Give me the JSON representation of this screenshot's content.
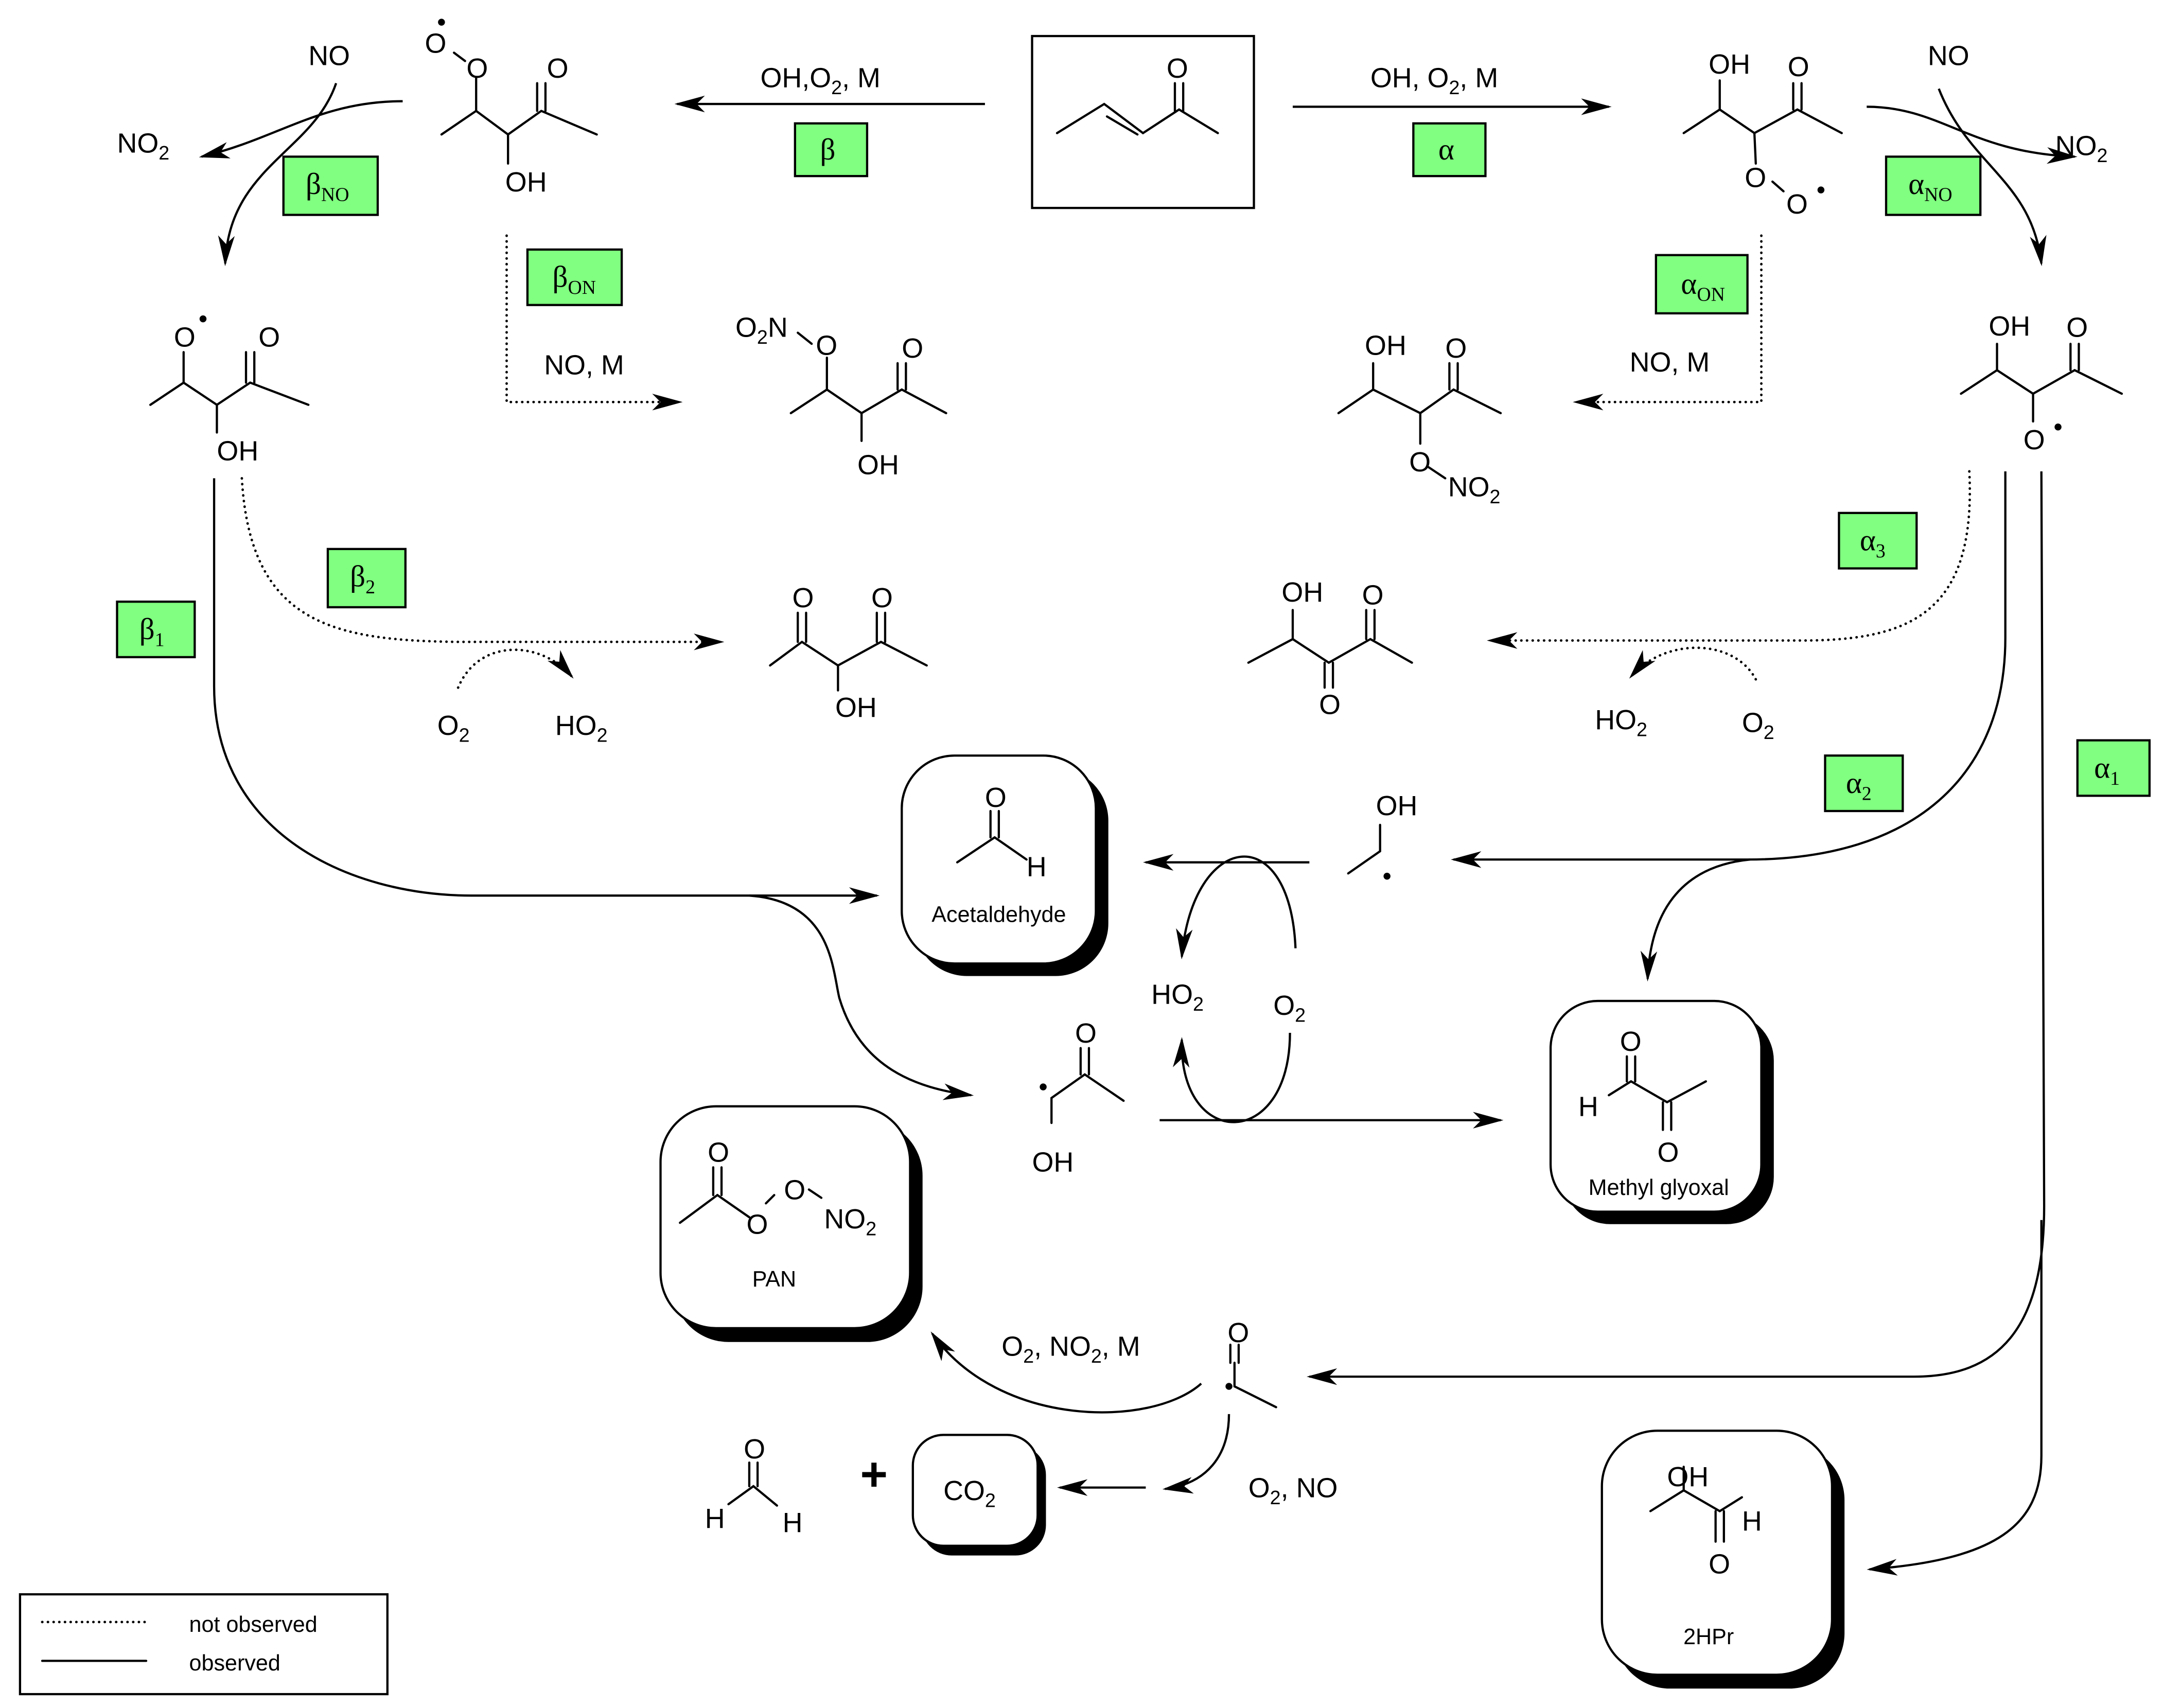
{
  "title": "Reaction mechanism of 3-penten-2-one oxidation by OH",
  "reagents": {
    "oh_o2_m_left": "OH,O",
    "oh_o2_m_right": "OH, O",
    "sub2": "2",
    "m_suffix": ", M",
    "no": "NO",
    "no2_base": "NO",
    "no_m": "NO, M",
    "o2_base": "O",
    "ho2_base": "HO",
    "o2_no2_m_a": "O",
    "o2_no2_m_b": ", NO",
    "o2_no_tail": ", NO",
    "plus": "+"
  },
  "pathway_labels": {
    "alpha": {
      "greek": "α",
      "sub": ""
    },
    "beta": {
      "greek": "β",
      "sub": ""
    },
    "alpha_no": {
      "greek": "α",
      "sub": "NO"
    },
    "beta_no": {
      "greek": "β",
      "sub": "NO"
    },
    "alpha_on": {
      "greek": "α",
      "sub": "ON"
    },
    "beta_on": {
      "greek": "β",
      "sub": "ON"
    },
    "alpha_1": {
      "greek": "α",
      "sub": "1"
    },
    "alpha_2": {
      "greek": "α",
      "sub": "2"
    },
    "alpha_3": {
      "greek": "α",
      "sub": "3"
    },
    "beta_1": {
      "greek": "β",
      "sub": "1"
    },
    "beta_2": {
      "greek": "β",
      "sub": "2"
    }
  },
  "atoms": {
    "O": "O",
    "OH": "OH",
    "H": "H",
    "N": "N",
    "CO": "CO"
  },
  "products": {
    "acetaldehyde": "Acetaldehyde",
    "methyl_glyoxal": "Methyl glyoxal",
    "pan": "PAN",
    "co2": "CO",
    "hpr": "2HPr"
  },
  "legend": {
    "not_observed": "not observed",
    "observed": "observed"
  },
  "colors": {
    "label_fill": "#80ff80",
    "line": "#000000"
  }
}
